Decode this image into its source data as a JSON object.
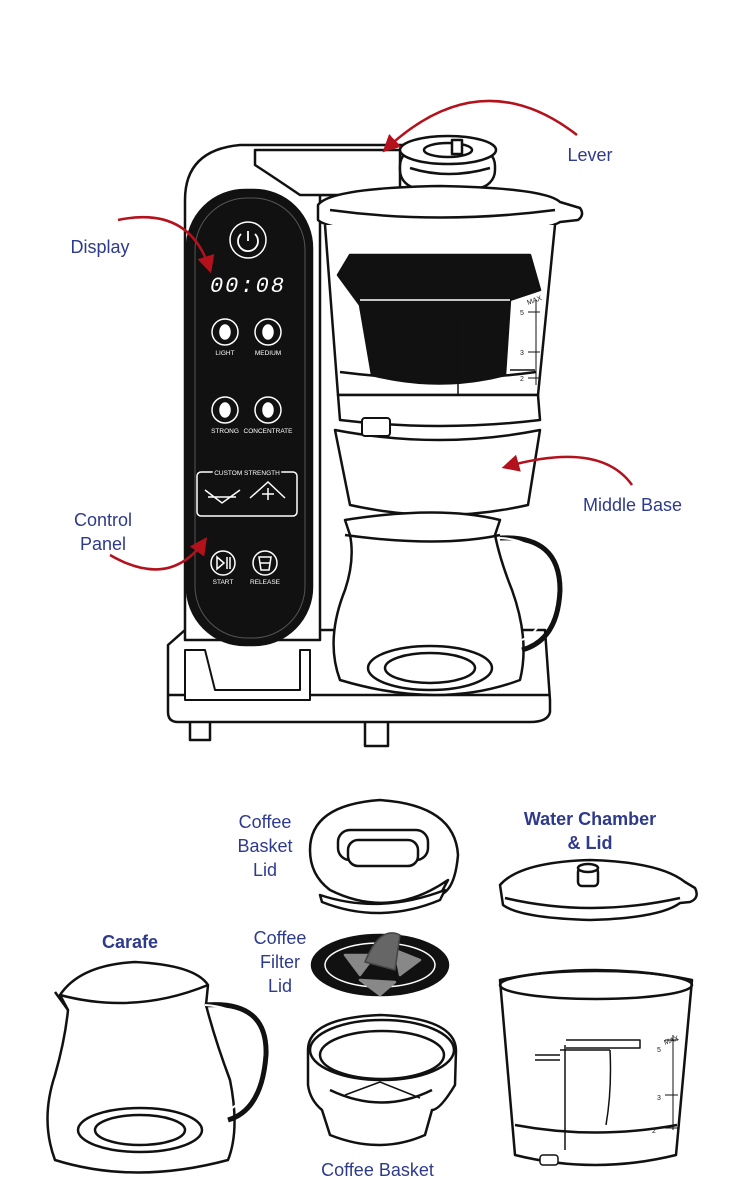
{
  "callouts": {
    "lever": "Lever",
    "display": "Display",
    "control_panel": "Control\nPanel",
    "middle_base": "Middle Base"
  },
  "panel": {
    "time": "00:08",
    "light": "LIGHT",
    "medium": "MEDIUM",
    "strong": "STRONG",
    "concentrate": "CONCENTRATE",
    "custom_strength": "CUSTOM STRENGTH",
    "start": "START",
    "release": "RELEASE"
  },
  "scale": {
    "max": "MAX",
    "five": "5",
    "three": "3",
    "two": "2"
  },
  "parts": {
    "coffee_basket_lid": "Coffee\nBasket\nLid",
    "water_chamber_lid": "Water Chamber\n& Lid",
    "carafe": "Carafe",
    "coffee_filter_lid": "Coffee\nFilter\nLid",
    "coffee_basket": "Coffee Basket"
  },
  "colors": {
    "label": "#2e3a8c",
    "arrow": "#b3121d",
    "panel": "#111111"
  }
}
